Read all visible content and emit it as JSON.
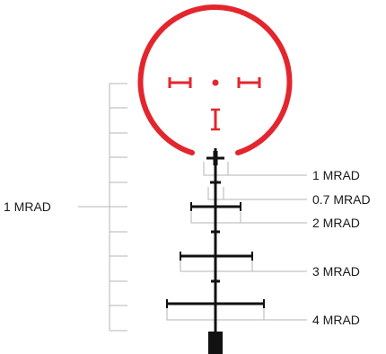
{
  "colors": {
    "reticle_red": "#e3262e",
    "reticle_black": "#111111",
    "guide_gray": "#b5b5b5"
  },
  "labels": {
    "left_mrad": "1 MRAD",
    "r1": "1 MRAD",
    "r2": "0.7 MRAD",
    "r3": "2 MRAD",
    "r4": "3 MRAD",
    "r5": "4 MRAD"
  }
}
